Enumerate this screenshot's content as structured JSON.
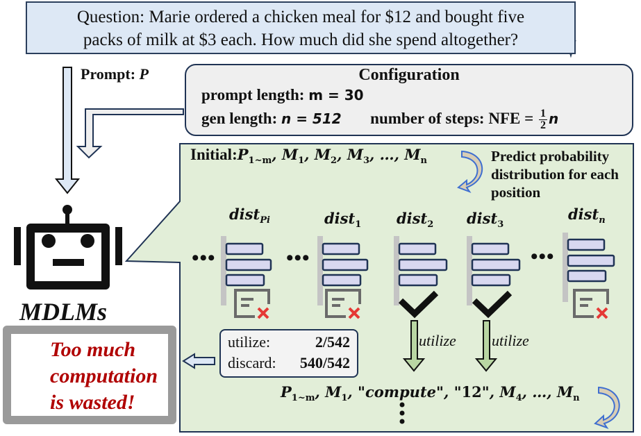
{
  "question": {
    "line1": "Question: Marie ordered a chicken meal for $12 and bought five",
    "line2": "packs of milk at $3 each. How much did she spend altogether?"
  },
  "prompt": {
    "label": "Prompt: ",
    "symbol": "P"
  },
  "config": {
    "title": "Configuration",
    "prompt_length_label": "prompt length: ",
    "prompt_length_expr": "m = 30",
    "gen_length_label": "gen length: ",
    "gen_length_expr": "n = 512",
    "steps_label": "number of steps: NFE = ",
    "steps_frac_num": "1",
    "steps_frac_den": "2",
    "steps_var": "n"
  },
  "process": {
    "initial_label": "Initial:",
    "initial_seq": "P1~m, M1, M2, M3, …, Mn",
    "predict_note": "Predict probability distribution for each position",
    "distributions": [
      {
        "label": "dist",
        "sub": "Pi",
        "status": "discard"
      },
      {
        "label": "dist",
        "sub": "1",
        "status": "discard"
      },
      {
        "label": "dist",
        "sub": "2",
        "status": "utilize"
      },
      {
        "label": "dist",
        "sub": "3",
        "status": "utilize"
      },
      {
        "label": "dist",
        "sub": "n",
        "status": "discard"
      }
    ],
    "ellipsis": "•••",
    "utilize_label": "utilize",
    "stats": {
      "utilize_label": "utilize:",
      "utilize_value": "2/542",
      "discard_label": "discard:",
      "discard_value": "540/542"
    },
    "result_seq": {
      "p": "P",
      "p_sub": "1~m",
      "m1": "M",
      "m1_sub": "1",
      "tok1": "\"compute\"",
      "tok2": "\"12\"",
      "m4": "M",
      "m4_sub": "4",
      "dots": "…",
      "mn": "M",
      "mn_sub": "n"
    }
  },
  "model": {
    "name": "MDLMs"
  },
  "waste": {
    "line1": "Too much",
    "line2": "computation",
    "line3": "is wasted!"
  },
  "colors": {
    "question_bg": "#dde8f5",
    "border_navy": "#1f3354",
    "config_bg": "#efefef",
    "panel_bg": "#e2eed8",
    "bar_fill": "#d8d8f0",
    "waste_red": "#b00000",
    "waste_gray": "#9a9a9a",
    "cross_red": "#e53935",
    "arrow_green": "#b9d6a3"
  }
}
